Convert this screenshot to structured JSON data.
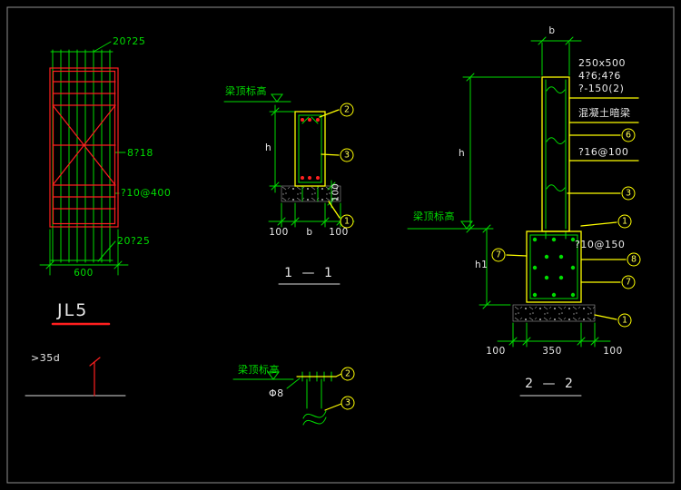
{
  "plan": {
    "rebar_top": "20?25",
    "rebar_side": "8?18",
    "stirrup": "?10@400",
    "rebar_bottom": "20?25",
    "dim_width": "600",
    "title": "JL5"
  },
  "section1": {
    "title": "1 — 1",
    "elev_label": "梁顶标高",
    "dim_h": "h",
    "dim_footing_height": "100",
    "dim_left": "100",
    "dim_b": "b",
    "dim_right": "100",
    "balloon_top": "2",
    "balloon_mid": "3",
    "balloon_bottom": "1"
  },
  "section2": {
    "title": "2 — 2",
    "dim_b": "b",
    "notes": [
      "250x500",
      "4?6;4?6",
      "?-150(2)"
    ],
    "note_hidden_beam": "混凝土暗梁",
    "note_wall_stirrup": "?16@100",
    "note_footing_stirrup": "?10@150",
    "elev_label": "梁顶标高",
    "dim_h": "h",
    "dim_h1": "h1",
    "dim_left": "100",
    "dim_mid": "350",
    "dim_right": "100",
    "balloon_6": "6",
    "balloon_3": "3",
    "balloon_1_top": "1",
    "balloon_7_left": "7",
    "balloon_8": "8",
    "balloon_7_right": "7",
    "balloon_1_bottom": "1"
  },
  "lap_detail": {
    "label": ">35d"
  },
  "hook_detail": {
    "elev_label": "梁顶标高",
    "bar_label": "Φ8",
    "balloon_top": "2",
    "balloon_bottom": "3"
  },
  "colors": {
    "green": "#00dc00",
    "red": "#ff1f1f",
    "yellow": "#ffff00",
    "white": "#e8e8e8",
    "background": "#000000"
  }
}
